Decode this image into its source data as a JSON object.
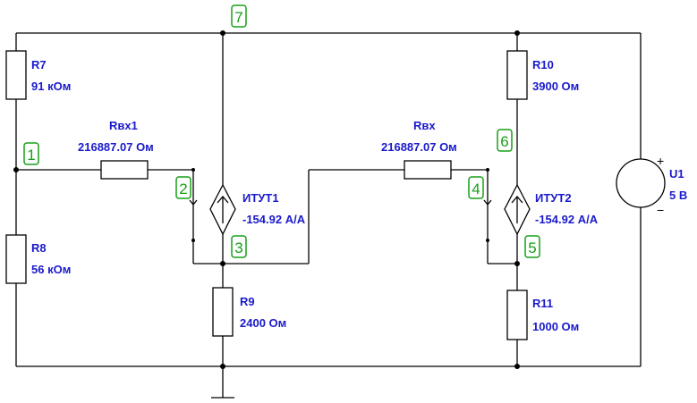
{
  "nodes": [
    "7",
    "1",
    "2",
    "3",
    "6",
    "4",
    "5"
  ],
  "components": {
    "R7": {
      "name": "R7",
      "value": "91 кОм"
    },
    "R8": {
      "name": "R8",
      "value": "56 кОм"
    },
    "Rvx1": {
      "name": "Rвх1",
      "value": "216887.07 Ом"
    },
    "Rvx": {
      "name": "Rвх",
      "value": "216887.07 Ом"
    },
    "ITUT1": {
      "name": "ИТУТ1",
      "value": "-154.92 А/А"
    },
    "ITUT2": {
      "name": "ИТУТ2",
      "value": "-154.92 А/А"
    },
    "R9": {
      "name": "R9",
      "value": "2400 Ом"
    },
    "R10": {
      "name": "R10",
      "value": "3900 Ом"
    },
    "R11": {
      "name": "R11",
      "value": "1000 Ом"
    },
    "U1": {
      "name": "U1",
      "value": "5 В",
      "plus": "+",
      "minus": "−"
    }
  }
}
